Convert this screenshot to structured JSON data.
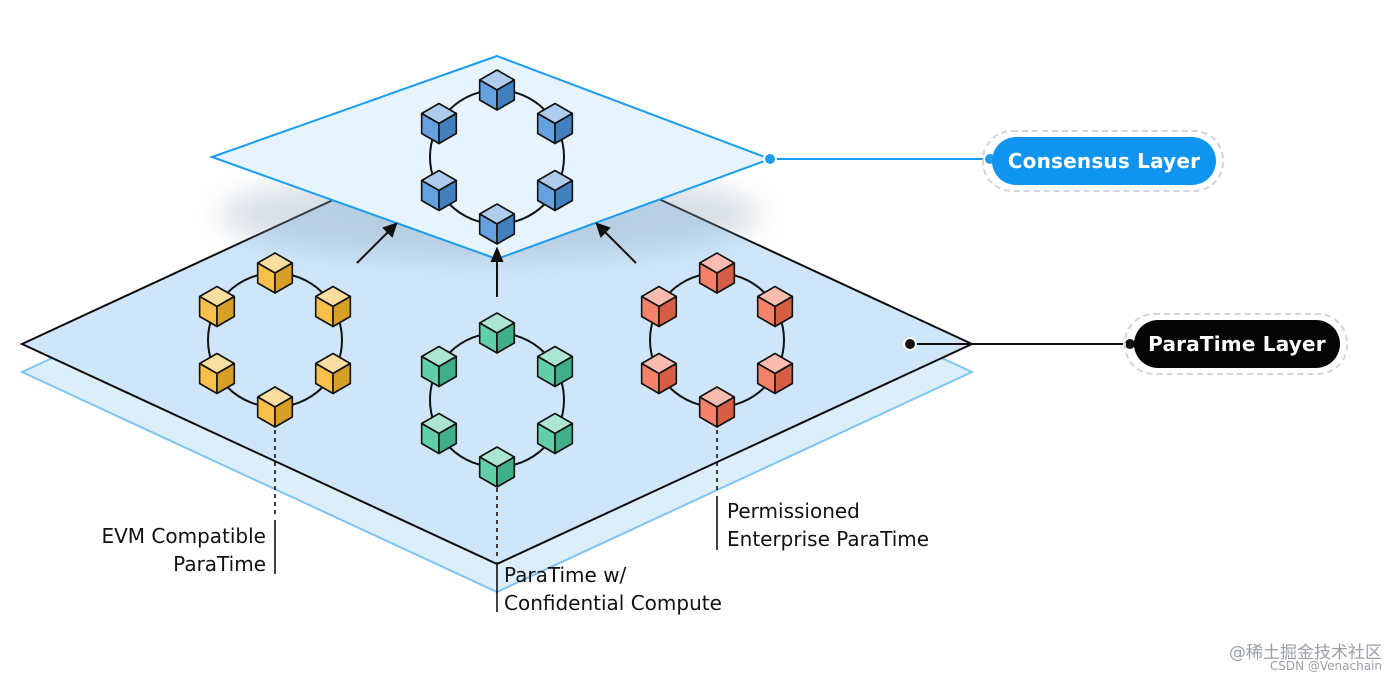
{
  "labels": {
    "consensus_layer": "Consensus Layer",
    "paratime_layer": "ParaTime Layer",
    "evm": [
      "EVM Compatible",
      "ParaTime"
    ],
    "confidential": [
      "ParaTime w/",
      "Confidential Compute"
    ],
    "permissioned": [
      "Permissioned",
      "Enterprise ParaTime"
    ]
  },
  "watermark": {
    "line1": "@稀土掘金技术社区",
    "line2": "CSDN @Venachain"
  },
  "colors": {
    "consensus_accent": "#0f95f0",
    "consensus_plane_fill": "#e8f4fd",
    "paratime_plane_fill": "#cfe6fa",
    "cube_blue": "#4a90d9",
    "cube_yellow": "#f4b52a",
    "cube_green": "#46c79a",
    "cube_red": "#f26b4e",
    "pill_dark": "#050505"
  },
  "rings": [
    {
      "name": "consensus-node-ring",
      "color": "cube_blue"
    },
    {
      "name": "evm-paratime-ring",
      "color": "cube_yellow"
    },
    {
      "name": "confidential-paratime-ring",
      "color": "cube_green"
    },
    {
      "name": "permissioned-paratime-ring",
      "color": "cube_red"
    }
  ]
}
